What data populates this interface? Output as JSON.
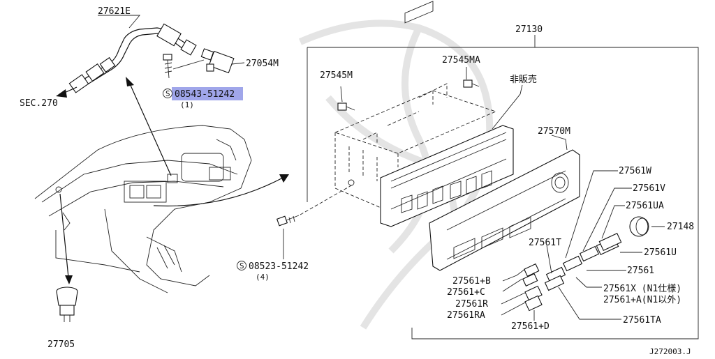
{
  "labels": {
    "p27621E": "27621E",
    "p27054M": "27054M",
    "s08543": "08543-51242",
    "s08543_qty": "(1)",
    "sec270": "SEC.270",
    "p27130": "27130",
    "p27545M": "27545M",
    "p27545MA": "27545MA",
    "hihanbai": "非販売",
    "p27570M": "27570M",
    "p27561W": "27561W",
    "p27561V": "27561V",
    "p27561UA": "27561UA",
    "p27148": "27148",
    "p27561T": "27561T",
    "p27561U": "27561U",
    "p27561": "27561",
    "p27561X": "27561X (N1仕様)",
    "p27561A": "27561+A(N1以外)",
    "p27561TA": "27561TA",
    "p27561B": "27561+B",
    "p27561C": "27561+C",
    "p27561R": "27561R",
    "p27561RA": "27561RA",
    "p27561D": "27561+D",
    "s08523": "08523-51242",
    "s08523_qty": "(4)",
    "p27705": "27705",
    "code": "J272003.J",
    "screw_symbol": "S"
  },
  "colors": {
    "highlight": "#8f96e6",
    "line": "#111111",
    "watermark": "#e4e4e4"
  },
  "highlighted_part": "08543-51242"
}
